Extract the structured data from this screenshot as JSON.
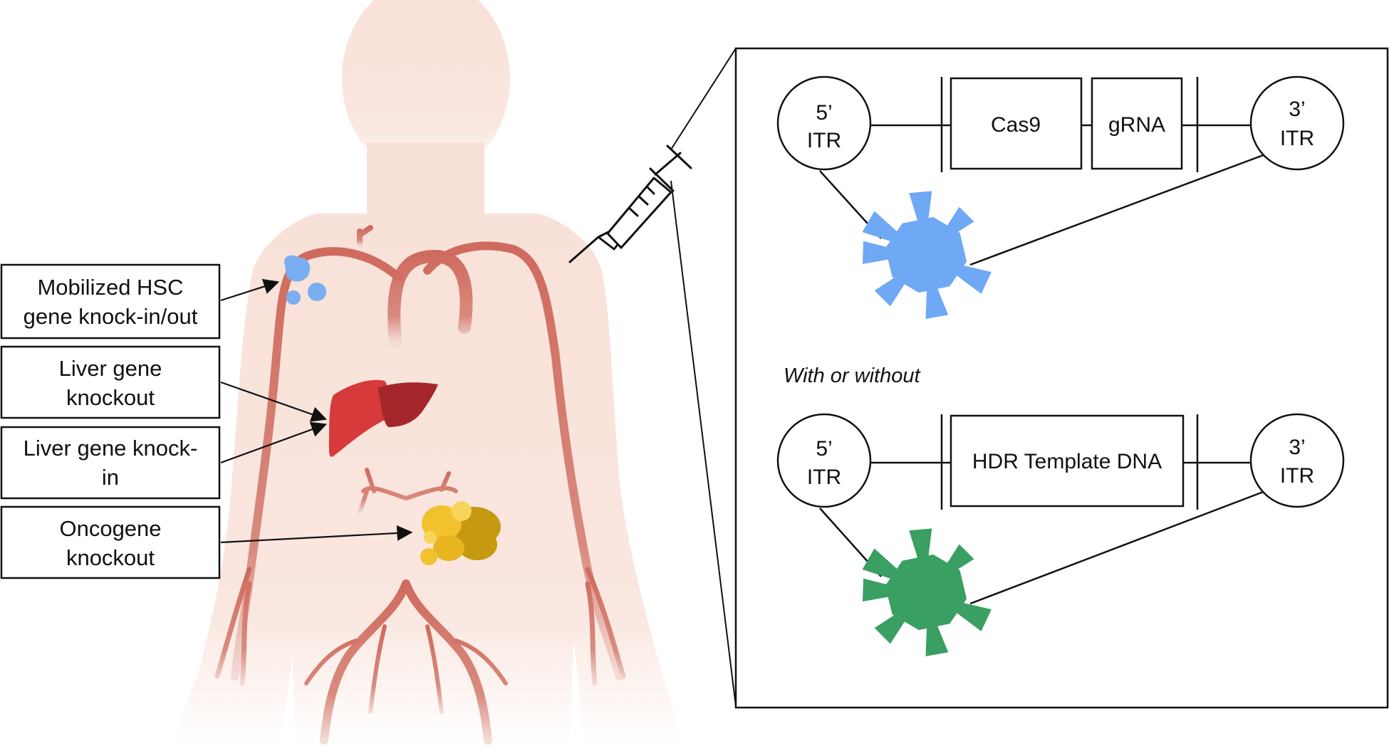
{
  "labels": {
    "hsc": [
      "Mobilized HSC",
      "gene knock-in/out"
    ],
    "liver_ko": [
      "Liver gene",
      "knockout"
    ],
    "liver_ki": [
      "Liver gene knock-",
      "in"
    ],
    "oncogene": [
      "Oncogene",
      "knockout"
    ]
  },
  "construct_top": {
    "itr5": [
      "5’",
      "ITR"
    ],
    "itr3": [
      "3’",
      "ITR"
    ],
    "cas9": "Cas9",
    "grna": "gRNA",
    "virus_color": "#6fa8f5"
  },
  "middle_text": "With or without",
  "construct_bottom": {
    "itr5": [
      "5’",
      "ITR"
    ],
    "itr3": [
      "3’",
      "ITR"
    ],
    "hdr": "HDR Template DNA",
    "virus_color": "#3a9f62"
  },
  "colors": {
    "body": "#f8e1d8",
    "vessel": "#cf6b5e",
    "liver_light": "#d63a3a",
    "liver_dark": "#a5262a",
    "tumor_light": "#f2c12e",
    "tumor_dark": "#c59a10",
    "hsc": "#7aaef0"
  }
}
